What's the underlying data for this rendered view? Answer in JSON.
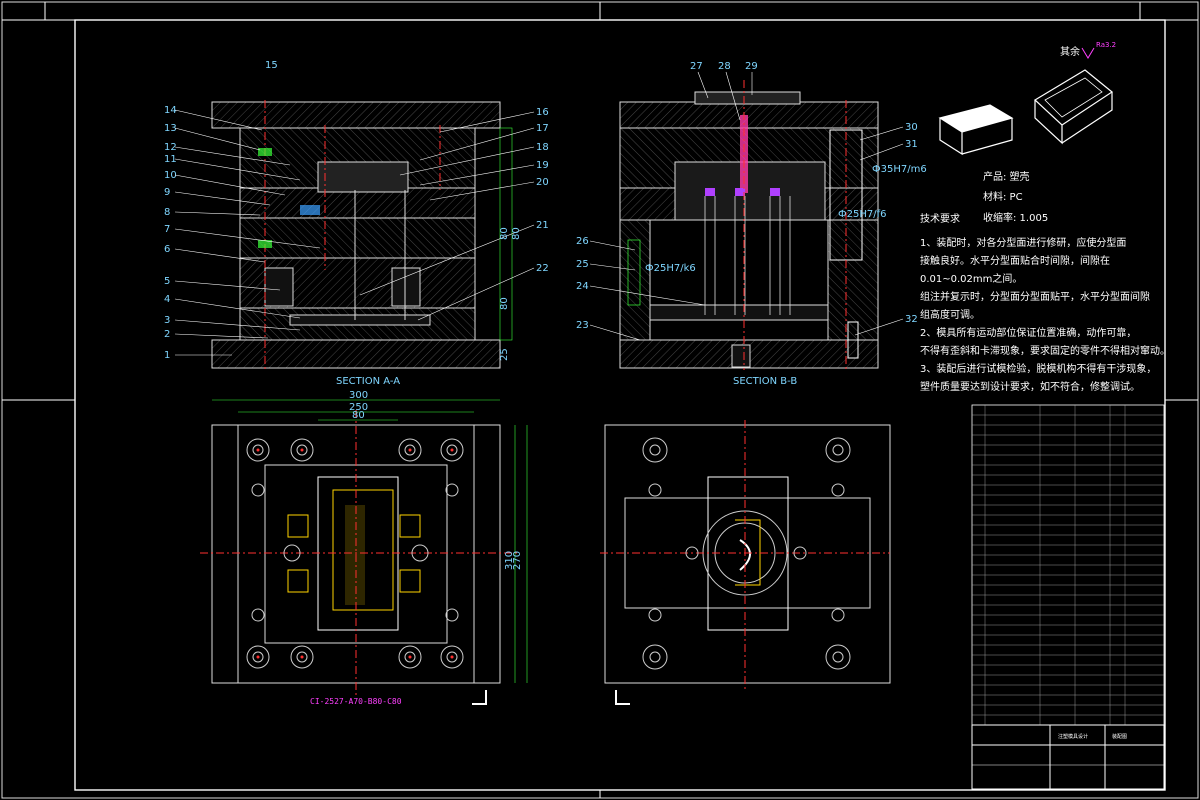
{
  "section_a_labels": [
    "15",
    "14",
    "13",
    "12",
    "11",
    "10",
    "9",
    "8",
    "7",
    "6",
    "5",
    "4",
    "3",
    "2",
    "1",
    "16",
    "17",
    "18",
    "19",
    "20",
    "21",
    "22"
  ],
  "section_b_labels": [
    "27",
    "28",
    "29",
    "30",
    "31",
    "26",
    "25",
    "24",
    "23",
    "32"
  ],
  "section_a_caption": "SECTION A-A",
  "section_b_caption": "SECTION B-B",
  "dims_top": [
    "300",
    "250",
    "80"
  ],
  "dims_right": [
    "270",
    "310"
  ],
  "dims_side": [
    "25",
    "80",
    "80",
    "80"
  ],
  "fit_labels": [
    "Ф35H7/m6",
    "Ф25H7/f6",
    "Ф25H7/k6"
  ],
  "mold_code": "CI-2527-A70-B80-C80",
  "roughness_label": "其余",
  "roughness_value": "Ra3.2",
  "product": {
    "name": "产品: 塑壳",
    "material": "材料: PC",
    "shrink": "收缩率: 1.005"
  },
  "tech_req": {
    "title": "技术要求",
    "lines": [
      "1、装配时，对各分型面进行修研，应使分型面",
      "接触良好。水平分型面贴合时间隙，间隙在",
      "0.01~0.02mm之间。",
      "组注并复示时，分型面分型面贴平，水平分型面间隙",
      "组高度可调。",
      "2、模具所有运动部位保证位置准确，动作可靠，",
      "不得有歪斜和卡滞现象，要求固定的零件不得相对窜动。",
      "3、装配后进行试模检验，脱模机构不得有干涉现象，",
      "塑件质量要达到设计要求，如不符合，修整调试。"
    ]
  },
  "title_block": {
    "drawing_name": "注塑模具设计",
    "sheet": "装配图"
  }
}
